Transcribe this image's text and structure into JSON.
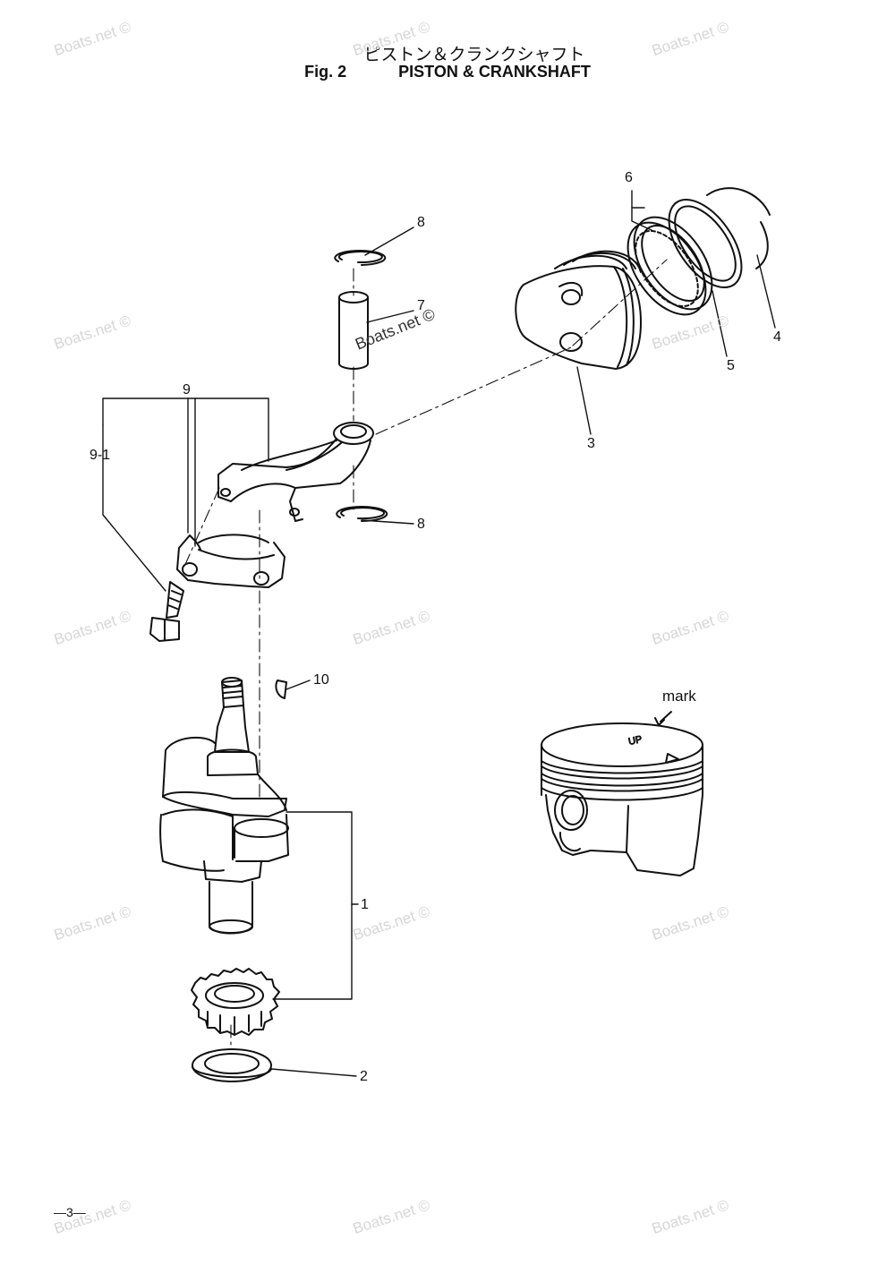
{
  "header": {
    "title_jp": "ピストン＆クランクシャフト",
    "fig_label": "Fig. 2",
    "title_en": "PISTON & CRANKSHAFT"
  },
  "callouts": [
    "8",
    "7",
    "6",
    "5",
    "4",
    "3",
    "9",
    "9-1",
    "8",
    "10",
    "1",
    "2"
  ],
  "mark_label": "mark",
  "page_number": "—3—",
  "watermark": "Boats.net ©",
  "watermark_center": "Boats.net ©"
}
